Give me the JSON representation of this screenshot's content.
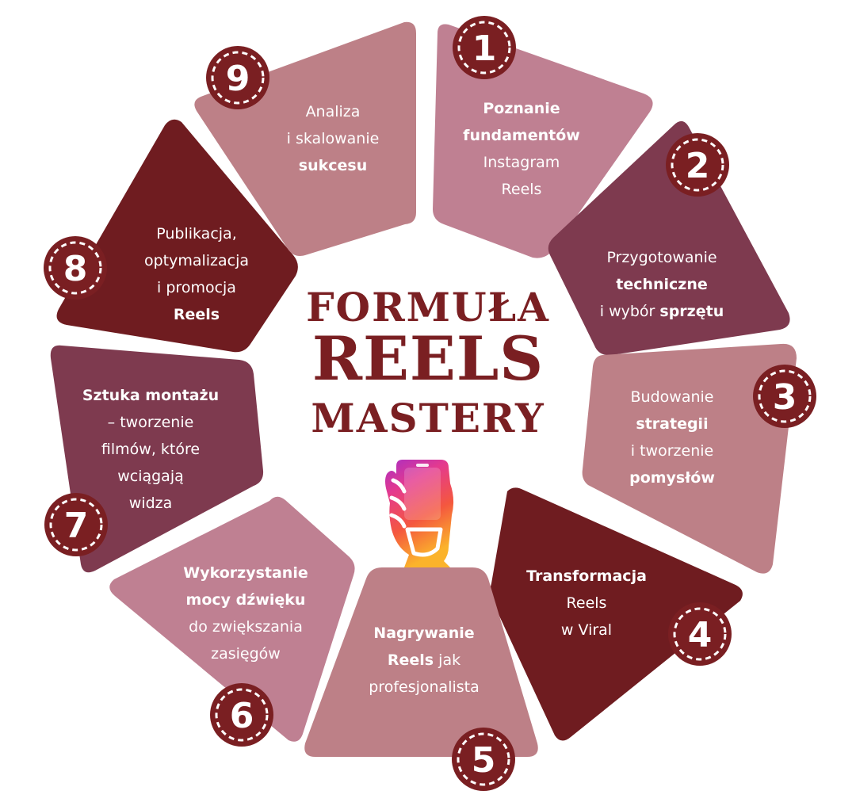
{
  "title": {
    "line1": "FORMUŁA",
    "line2": "REELS",
    "line3": "MASTERY"
  },
  "colors": {
    "dark_red": "#6f1c20",
    "plum": "#7e3a4f",
    "rose": "#bd8087",
    "mauve": "#bf8092",
    "badge": "#7a1f22",
    "white": "#ffffff"
  },
  "icon": "hand-holding-phone-icon",
  "segments": [
    {
      "number": "1",
      "lines": [
        [
          {
            "t": "Poznanie",
            "b": true
          }
        ],
        [
          {
            "t": "fundamentów",
            "b": true
          }
        ],
        [
          {
            "t": "Instagram",
            "b": false
          }
        ],
        [
          {
            "t": "Reels",
            "b": false
          }
        ]
      ]
    },
    {
      "number": "2",
      "lines": [
        [
          {
            "t": "Przygotowanie",
            "b": false
          }
        ],
        [
          {
            "t": "techniczne",
            "b": true
          }
        ],
        [
          {
            "t": "i wybór ",
            "b": false
          },
          {
            "t": "sprzętu",
            "b": true
          }
        ]
      ]
    },
    {
      "number": "3",
      "lines": [
        [
          {
            "t": "Budowanie",
            "b": false
          }
        ],
        [
          {
            "t": "strategii",
            "b": true
          }
        ],
        [
          {
            "t": "i tworzenie",
            "b": false
          }
        ],
        [
          {
            "t": "pomysłów",
            "b": true
          }
        ]
      ]
    },
    {
      "number": "4",
      "lines": [
        [
          {
            "t": "Transformacja",
            "b": true
          }
        ],
        [
          {
            "t": "Reels",
            "b": false
          }
        ],
        [
          {
            "t": "w Viral",
            "b": false
          }
        ]
      ]
    },
    {
      "number": "5",
      "lines": [
        [
          {
            "t": "Nagrywanie",
            "b": true
          }
        ],
        [
          {
            "t": "Reels",
            "b": true
          },
          {
            "t": " jak",
            "b": false
          }
        ],
        [
          {
            "t": "profesjonalista",
            "b": false
          }
        ]
      ]
    },
    {
      "number": "6",
      "lines": [
        [
          {
            "t": "Wykorzystanie",
            "b": true
          }
        ],
        [
          {
            "t": "mocy dźwięku",
            "b": true
          }
        ],
        [
          {
            "t": "do zwiększania",
            "b": false
          }
        ],
        [
          {
            "t": "zasięgów",
            "b": false
          }
        ]
      ]
    },
    {
      "number": "7",
      "lines": [
        [
          {
            "t": "Sztuka montażu",
            "b": true
          }
        ],
        [
          {
            "t": "– tworzenie",
            "b": false
          }
        ],
        [
          {
            "t": "filmów, które",
            "b": false
          }
        ],
        [
          {
            "t": "wciągają",
            "b": false
          }
        ],
        [
          {
            "t": "widza",
            "b": false
          }
        ]
      ]
    },
    {
      "number": "8",
      "lines": [
        [
          {
            "t": "Publikacja,",
            "b": false
          }
        ],
        [
          {
            "t": "optymalizacja",
            "b": false
          }
        ],
        [
          {
            "t": "i promocja",
            "b": false
          }
        ],
        [
          {
            "t": "Reels",
            "b": true
          }
        ]
      ]
    },
    {
      "number": "9",
      "lines": [
        [
          {
            "t": "Analiza",
            "b": false
          }
        ],
        [
          {
            "t": "i skalowanie",
            "b": false
          }
        ],
        [
          {
            "t": "sukcesu",
            "b": true
          }
        ]
      ]
    }
  ]
}
